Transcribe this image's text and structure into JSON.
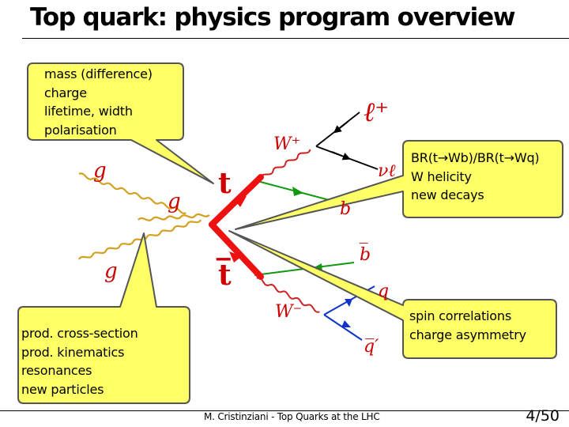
{
  "slide": {
    "title": "Top quark: physics program overview",
    "footer": "M. Cristinziani - Top Quarks at the LHC",
    "page": "4/50"
  },
  "callouts": {
    "production_topleft": [
      "mass (difference)",
      "charge",
      "lifetime, width",
      "polarisation"
    ],
    "decay_right": [
      "BR(t→Wb)/BR(t→Wq)",
      "W helicity",
      "new decays"
    ],
    "production_bottomleft": [
      "prod. cross-section",
      "prod. kinematics",
      "resonances",
      "new particles"
    ],
    "correlations_right": [
      "spin correlations",
      "charge asymmetry"
    ]
  },
  "particles": {
    "top": "t",
    "antitop": "t̅",
    "w_plus": "W⁺",
    "w_minus": "W⁻",
    "lepton": "ℓ⁺",
    "neutrino": "νℓ",
    "gluon_1": "g",
    "gluon_2": "g",
    "gluon_3": "g",
    "b": "b",
    "bbar": "b̅",
    "q": "q",
    "qbar_prime": "q̅′"
  },
  "colors": {
    "bubble_fill": "#ffff66",
    "bubble_border": "#555555",
    "top": "#ee1111",
    "gluon": "#d4a020",
    "w_boson": "#cc2222",
    "b_quark": "#119911",
    "light_quark": "#1133cc",
    "lepton": "#000000"
  }
}
